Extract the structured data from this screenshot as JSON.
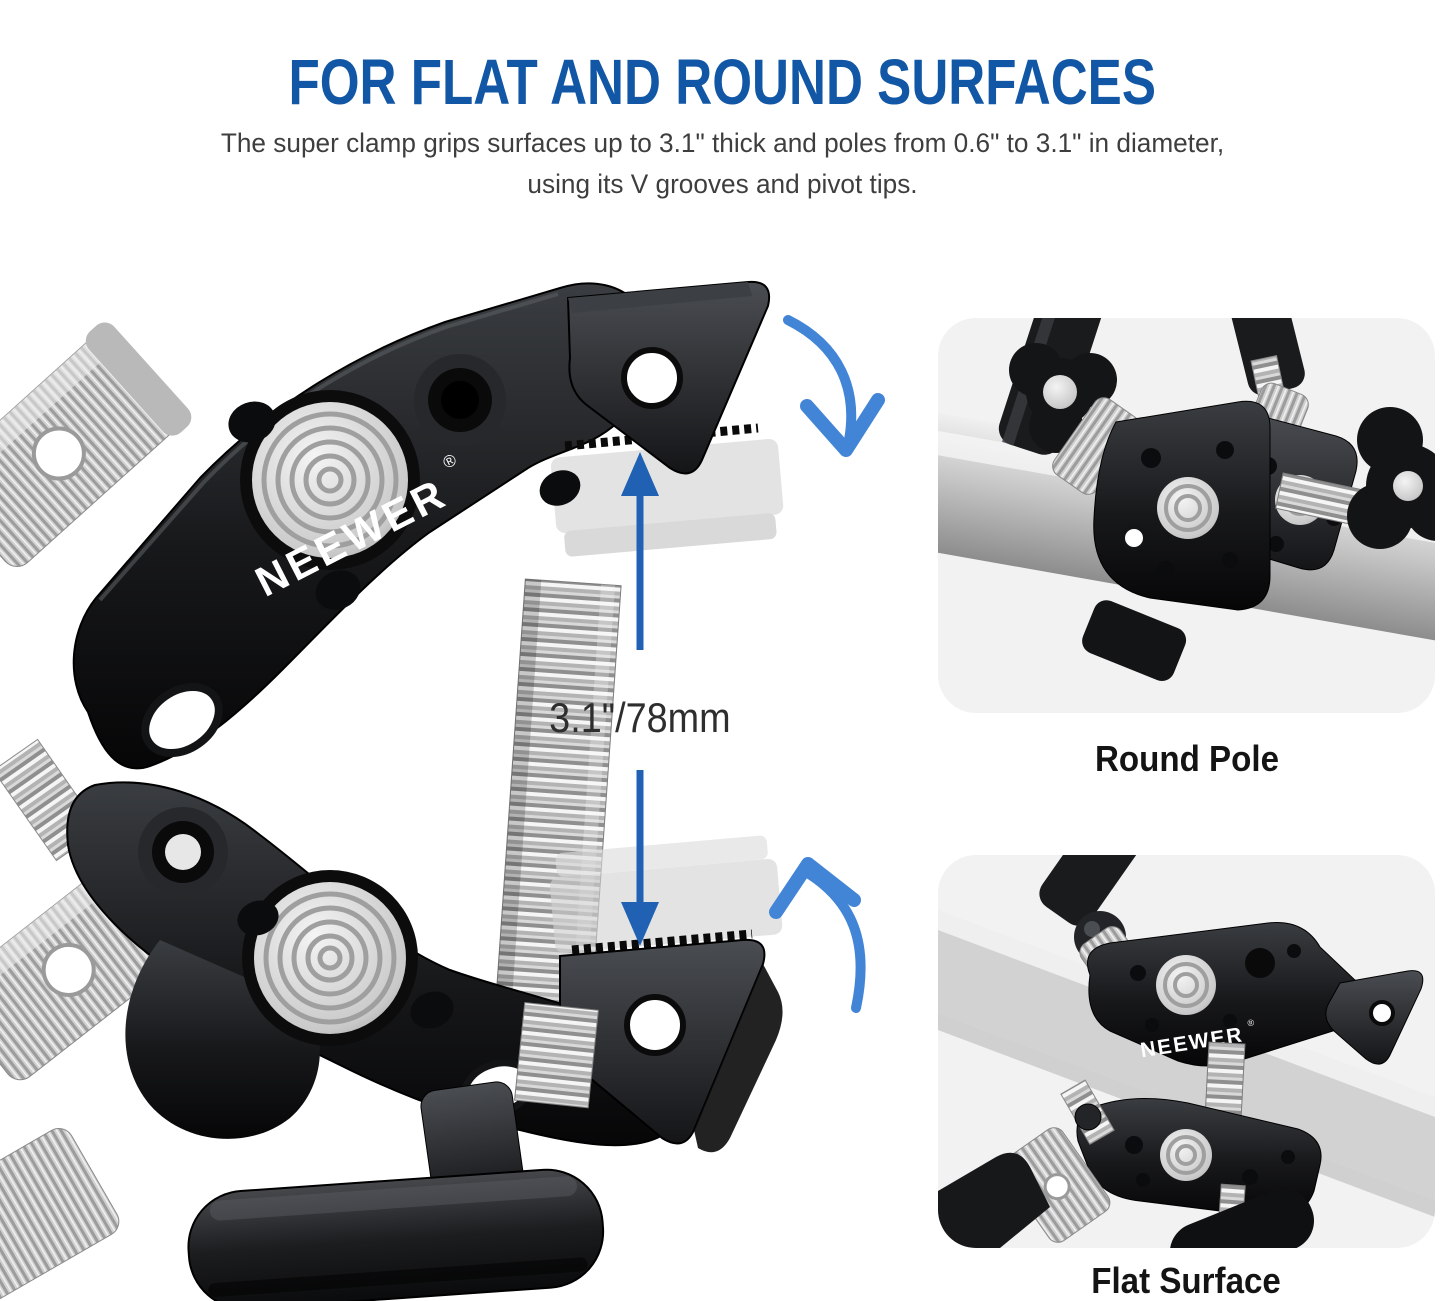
{
  "header": {
    "title": "FOR FLAT AND ROUND SURFACES",
    "subtitle_line1": "The super clamp grips surfaces up to 3.1\" thick and poles from 0.6\" to 3.1\" in diameter,",
    "subtitle_line2": "using its V grooves and pivot tips."
  },
  "main_figure": {
    "brand": "NEEWER",
    "brand_reg": "®",
    "measurement": "3.1\"/78mm"
  },
  "insets": {
    "round_pole_caption": "Round Pole",
    "flat_surface_caption": "Flat Surface",
    "inset_brand": "NEEWER"
  },
  "colors": {
    "title_blue": "#1257a5",
    "body_text_gray": "#3e3e3e",
    "caption_black": "#141414",
    "measure_arrow_blue": "#2061b4",
    "curve_arrow_blue": "#4285d6",
    "inset_background": "#f2f2f2",
    "clamp_black": "#17181a",
    "metal_silver": "#c9c9c9"
  }
}
